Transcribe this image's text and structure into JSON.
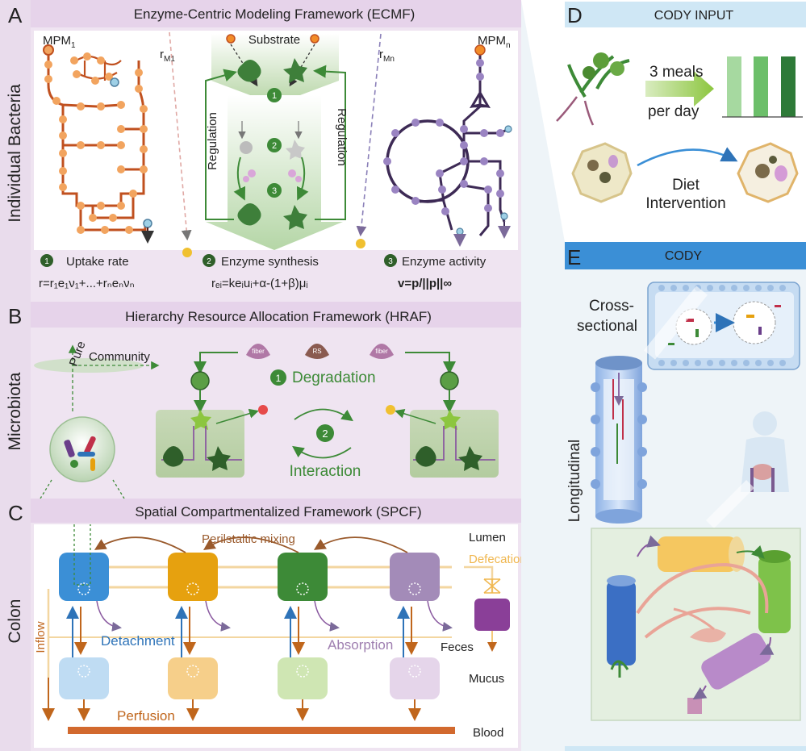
{
  "panel_a": {
    "letter": "A",
    "title": "Enzyme-Centric Modeling Framework (ECMF)",
    "side_label": "Individual Bacteria",
    "mpm_left": "MPM",
    "mpm_left_sub": "1",
    "mpm_right": "MPM",
    "mpm_right_sub": "n",
    "r_left": "r",
    "r_left_sub": "M1",
    "r_right": "r",
    "r_right_sub": "Mn",
    "substrate": "Substrate",
    "regulation_left": "Regulation",
    "regulation_right": "Regulation",
    "step1_num": "1",
    "step2_num": "2",
    "step3_num": "3",
    "legend1": "Uptake rate",
    "legend2": "Enzyme synthesis",
    "legend3": "Enzyme activity",
    "eq1": "r=r₁e₁ν₁+...+rₙeₙνₙ",
    "eq2": "rₑᵢ=keᵢuᵢ+α-(1+β)μᵢ",
    "eq3": "v=p/||p||∞"
  },
  "panel_b": {
    "letter": "B",
    "title": "Hierarchy Resource Allocation Framework (HRAF)",
    "side_label": "Microbiota",
    "pure": "Pure",
    "community": "Community",
    "degradation_num": "1",
    "degradation": "Degradation",
    "interaction_num": "2",
    "interaction": "Interaction",
    "fiber1": "fiber",
    "rs": "RS",
    "fiber2": "fiber"
  },
  "panel_c": {
    "letter": "C",
    "title": "Spatial Compartmentalized Framework (SPCF)",
    "side_label": "Colon",
    "peristaltic": "Perilstaltic mixing",
    "lumen": "Lumen",
    "defecation": "Defecation",
    "inflow": "Inflow",
    "detachment": "Detachment",
    "absorption": "Absorption",
    "feces": "Feces",
    "mucus": "Mucus",
    "perfusion": "Perfusion",
    "blood": "Blood"
  },
  "panel_d": {
    "letter": "D",
    "header": "CODY INPUT",
    "meals_line1": "3 meals",
    "meals_line2": "per day",
    "diet_line1": "Diet",
    "diet_line2": "Intervention"
  },
  "panel_e": {
    "letter": "E",
    "header": "CODY",
    "cross_line1": "Cross-",
    "cross_line2": "sectional",
    "longitudinal": "Longitudinal"
  },
  "colors": {
    "panel_bg": "#efe4f1",
    "header_blue": "#3b8fd6",
    "header_light": "#cfe7f5",
    "green": "#3d8a37",
    "orange": "#e6a10f",
    "purple": "#9f7fb0",
    "blue": "#3b82c4",
    "brown": "#b5652b"
  }
}
